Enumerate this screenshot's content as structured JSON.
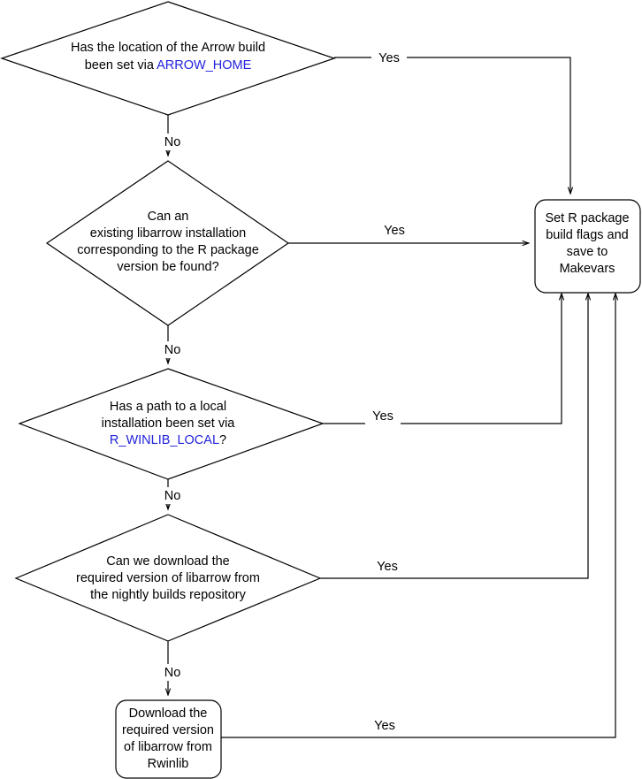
{
  "diagram": {
    "type": "flowchart",
    "title": "libarrow build decision flowchart",
    "background_color": "#ffffff",
    "line_color": "#000000",
    "text_color": "#000000",
    "link_color": "#2222dd",
    "nodes": [
      {
        "id": "d1",
        "shape": "diamond",
        "lines": [
          {
            "text": "Has the location of the Arrow build",
            "segments": [
              {
                "text": "Has the location of the Arrow build",
                "style": "plain"
              }
            ]
          },
          {
            "text": "been set via ARROW_HOME",
            "segments": [
              {
                "text": "been set via ",
                "style": "plain"
              },
              {
                "text": "ARROW_HOME",
                "style": "env"
              }
            ]
          }
        ]
      },
      {
        "id": "d2",
        "shape": "diamond",
        "lines": [
          {
            "text": "Can an",
            "segments": [
              {
                "text": "Can an",
                "style": "plain"
              }
            ]
          },
          {
            "text": "existing libarrow installation",
            "segments": [
              {
                "text": "existing libarrow installation",
                "style": "plain"
              }
            ]
          },
          {
            "text": "corresponding to the R package",
            "segments": [
              {
                "text": "corresponding to the R package",
                "style": "plain"
              }
            ]
          },
          {
            "text": "version be found?",
            "segments": [
              {
                "text": "version be found?",
                "style": "plain"
              }
            ]
          }
        ]
      },
      {
        "id": "d3",
        "shape": "diamond",
        "lines": [
          {
            "text": "Has a path to a local",
            "segments": [
              {
                "text": "Has a path to a local",
                "style": "plain"
              }
            ]
          },
          {
            "text": "installation been set via",
            "segments": [
              {
                "text": "installation been set via",
                "style": "plain"
              }
            ]
          },
          {
            "text": "R_WINLIB_LOCAL?",
            "segments": [
              {
                "text": "R_WINLIB_LOCAL",
                "style": "env"
              },
              {
                "text": "?",
                "style": "plain"
              }
            ]
          }
        ]
      },
      {
        "id": "d4",
        "shape": "diamond",
        "lines": [
          {
            "text": "Can we download the",
            "segments": [
              {
                "text": "Can we download the",
                "style": "plain"
              }
            ]
          },
          {
            "text": "required version of libarrow from",
            "segments": [
              {
                "text": "required version of libarrow from",
                "style": "plain"
              }
            ]
          },
          {
            "text": "the nightly builds repository",
            "segments": [
              {
                "text": "the nightly builds repository",
                "style": "plain"
              }
            ]
          }
        ]
      },
      {
        "id": "b1",
        "shape": "rounded-rect",
        "lines": [
          {
            "text": "Set R package",
            "segments": [
              {
                "text": "Set R package",
                "style": "plain"
              }
            ]
          },
          {
            "text": "build flags and",
            "segments": [
              {
                "text": "build flags and",
                "style": "plain"
              }
            ]
          },
          {
            "text": "save to",
            "segments": [
              {
                "text": "save to",
                "style": "plain"
              }
            ]
          },
          {
            "text": "Makevars",
            "segments": [
              {
                "text": "Makevars",
                "style": "plain"
              }
            ]
          }
        ]
      },
      {
        "id": "b2",
        "shape": "rounded-rect",
        "lines": [
          {
            "text": "Download the",
            "segments": [
              {
                "text": "Download the",
                "style": "plain"
              }
            ]
          },
          {
            "text": "required version",
            "segments": [
              {
                "text": "required version",
                "style": "plain"
              }
            ]
          },
          {
            "text": "of libarrow from",
            "segments": [
              {
                "text": "of libarrow from",
                "style": "plain"
              }
            ]
          },
          {
            "text": "Rwinlib",
            "segments": [
              {
                "text": "Rwinlib",
                "style": "plain"
              }
            ]
          }
        ]
      }
    ],
    "edges": [
      {
        "id": "e1",
        "from": "d1",
        "to": "b1",
        "label": "Yes"
      },
      {
        "id": "e2",
        "from": "d1",
        "to": "d2",
        "label": "No"
      },
      {
        "id": "e3",
        "from": "d2",
        "to": "b1",
        "label": "Yes"
      },
      {
        "id": "e4",
        "from": "d2",
        "to": "d3",
        "label": "No"
      },
      {
        "id": "e5",
        "from": "d3",
        "to": "b1",
        "label": "Yes"
      },
      {
        "id": "e6",
        "from": "d3",
        "to": "d4",
        "label": "No"
      },
      {
        "id": "e7",
        "from": "d4",
        "to": "b1",
        "label": "Yes"
      },
      {
        "id": "e8",
        "from": "d4",
        "to": "b2",
        "label": "No"
      },
      {
        "id": "e9",
        "from": "b2",
        "to": "b1",
        "label": "Yes"
      }
    ]
  }
}
